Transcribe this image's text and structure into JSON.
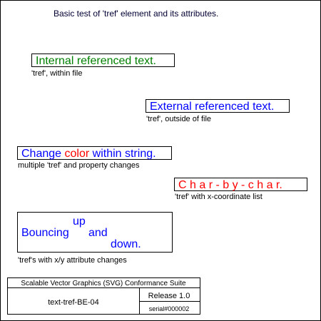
{
  "title": "Basic test of 'tref' element and its attributes.",
  "tests": {
    "internal": {
      "text": "Internal referenced text.",
      "caption": "'tref', within file",
      "color": "#008000"
    },
    "external": {
      "text": "External referenced text.",
      "caption": "'tref', outside of file",
      "color": "#0000ff"
    },
    "change_color": {
      "part1": "Change ",
      "part2": "color",
      "part3": " within string.",
      "caption": "multiple 'tref' and property changes",
      "color_main": "#0000ff",
      "color_accent": "#ff0000"
    },
    "char_by_char": {
      "text": "C h a r - b y - c h a r.",
      "caption": "'tref' with x-coordinate list",
      "color": "#ff0000"
    },
    "bouncing": {
      "word1": "Bouncing",
      "word2": "up",
      "word3": "and",
      "word4": "down.",
      "caption": "'tref's with x/y attribute changes",
      "color": "#0000ff"
    }
  },
  "footer": {
    "suite": "Scalable Vector Graphics (SVG) Conformance Suite",
    "test_name": "text-tref-BE-04",
    "release": "Release 1.0",
    "serial": "serial#000002"
  }
}
